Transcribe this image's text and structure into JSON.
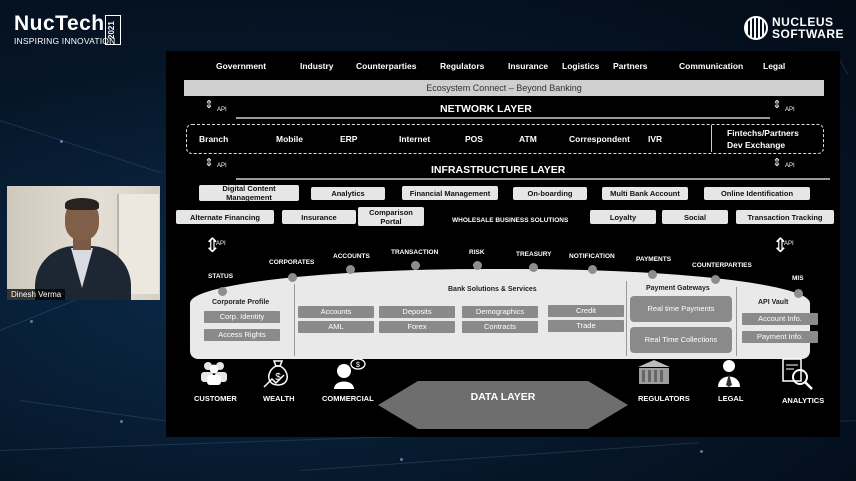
{
  "header": {
    "nuctech_brand": "NucTech",
    "nuctech_year": "2021",
    "nuctech_tagline": "INSPIRING INNOVATION",
    "nucleus_line1": "NUCLEUS",
    "nucleus_line2": "SOFTWARE"
  },
  "slide": {
    "categories": [
      "Government",
      "Industry",
      "Counterparties",
      "Regulators",
      "Insurance",
      "Logistics",
      "Partners",
      "Communication",
      "Legal"
    ],
    "ecosystem_bar": "Ecosystem Connect – Beyond Banking",
    "api_label": "API",
    "network_layer": "NETWORK LAYER",
    "channels": [
      "Branch",
      "Mobile",
      "ERP",
      "Internet",
      "POS",
      "ATM",
      "Correspondent",
      "IVR"
    ],
    "fintechs": "Fintechs/Partners",
    "dev_exchange": "Dev Exchange",
    "infrastructure_layer": "INFRASTRUCTURE LAYER",
    "services_row1": [
      "Digital Content Management",
      "Analytics",
      "Financial Management",
      "On-boarding",
      "Multi Bank Account",
      "Online Identification"
    ],
    "services_row2": [
      "Alternate Financing",
      "Insurance",
      "Comparison Portal",
      "Loyalty",
      "Social",
      "Transaction Tracking"
    ],
    "wholesale": "WHOLESALE BUSINESS SOLUTIONS",
    "nodes": [
      "STATUS",
      "CORPORATES",
      "ACCOUNTS",
      "TRANSACTION",
      "RISK",
      "TREASURY",
      "NOTIFICATION",
      "PAYMENTS",
      "COUNTERPARTIES",
      "MIS"
    ],
    "corporate_profile": {
      "title": "Corporate Profile",
      "items": [
        "Corp. Identity",
        "Access Rights"
      ]
    },
    "bank_solutions": {
      "title": "Bank Solutions & Services",
      "items": [
        "Accounts",
        "Deposits",
        "Demographics",
        "Credit",
        "AML",
        "Forex",
        "Contracts",
        "Trade"
      ]
    },
    "payment_gateways": {
      "title": "Payment Gateways",
      "items": [
        "Real time Payments",
        "Real Time Collections"
      ]
    },
    "api_vault": {
      "title": "API Vault",
      "items": [
        "Account Info.",
        "Payment Info."
      ]
    },
    "bottom_icons": [
      "CUSTOMER",
      "WEALTH",
      "COMMERCIAL",
      "REGULATORS",
      "LEGAL",
      "ANALYTICS"
    ],
    "data_layer": "DATA LAYER"
  },
  "webcam": {
    "participant_name": "Dinesh Verma"
  }
}
